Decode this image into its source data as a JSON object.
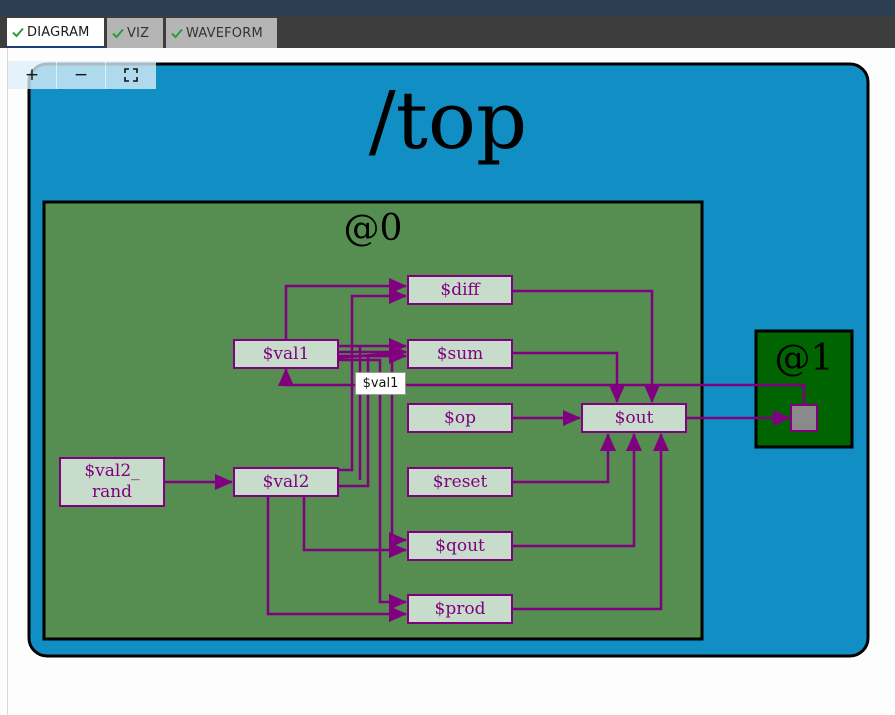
{
  "tabs": [
    {
      "label": "DIAGRAM",
      "active": true
    },
    {
      "label": "VIZ",
      "active": false
    },
    {
      "label": "WAVEFORM",
      "active": false
    }
  ],
  "zoom": {
    "in": "+",
    "out": "−",
    "fit": "⛶"
  },
  "diagram": {
    "top_label": "/top",
    "stage0_label": "@0",
    "stage1_label": "@1",
    "nodes": {
      "val1": "$val1",
      "val2_line1": "$val2_",
      "val2_line2": "rand",
      "val2": "$val2",
      "diff": "$diff",
      "sum": "$sum",
      "op": "$op",
      "reset": "$reset",
      "qout": "$qout",
      "prod": "$prod",
      "out": "$out"
    },
    "tooltip": "$val1"
  },
  "colors": {
    "top_block": "#118ec3",
    "stage0": "#558e50",
    "stage1": "#006400",
    "node_fill": "#c8dccb",
    "wire": "#800080"
  }
}
